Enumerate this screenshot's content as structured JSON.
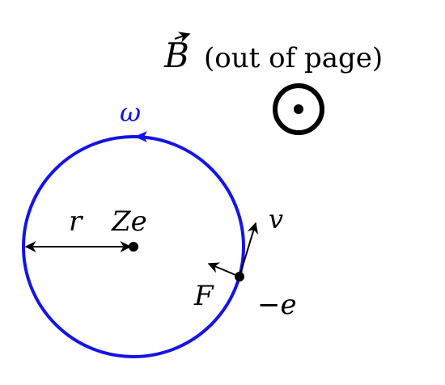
{
  "field": {
    "symbol": "B",
    "note": "(out of page)"
  },
  "labels": {
    "omega": "ω",
    "radius": "r",
    "nucleus": "Ze",
    "velocity": "v",
    "force": "F",
    "electron": "−e"
  },
  "colors": {
    "orbit": "#1414e6",
    "ink": "#000000"
  }
}
